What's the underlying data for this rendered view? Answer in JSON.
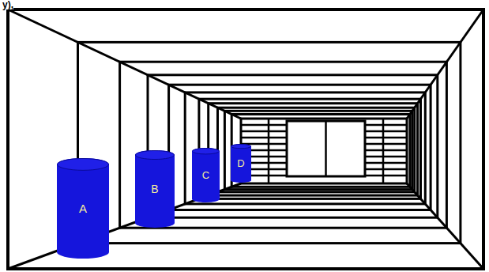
{
  "diagram": {
    "nodes": [
      {
        "text": [
          "A"
        ]
      },
      {
        "text": [
          "B"
        ]
      },
      {
        "text": [
          "C"
        ]
      },
      {
        "text": [
          "D"
        ]
      }
    ],
    "labels": [
      "y),"
    ]
  }
}
